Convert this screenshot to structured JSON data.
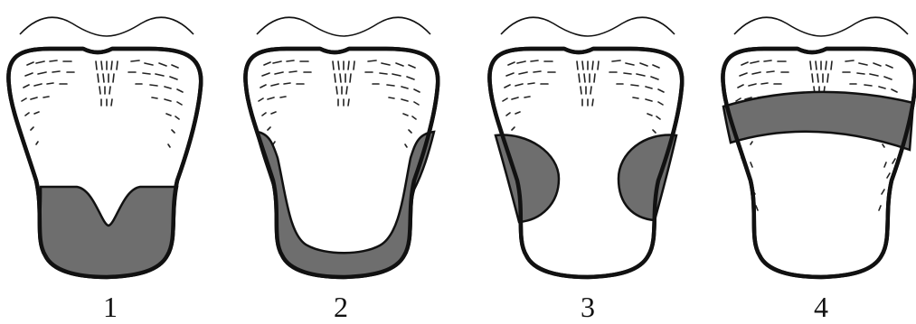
{
  "colors": {
    "region": "#6e6e6e",
    "outline": "#111111",
    "background": "#ffffff"
  },
  "diagrams": [
    {
      "label": "1"
    },
    {
      "label": "2"
    },
    {
      "label": "3"
    },
    {
      "label": "4"
    }
  ]
}
